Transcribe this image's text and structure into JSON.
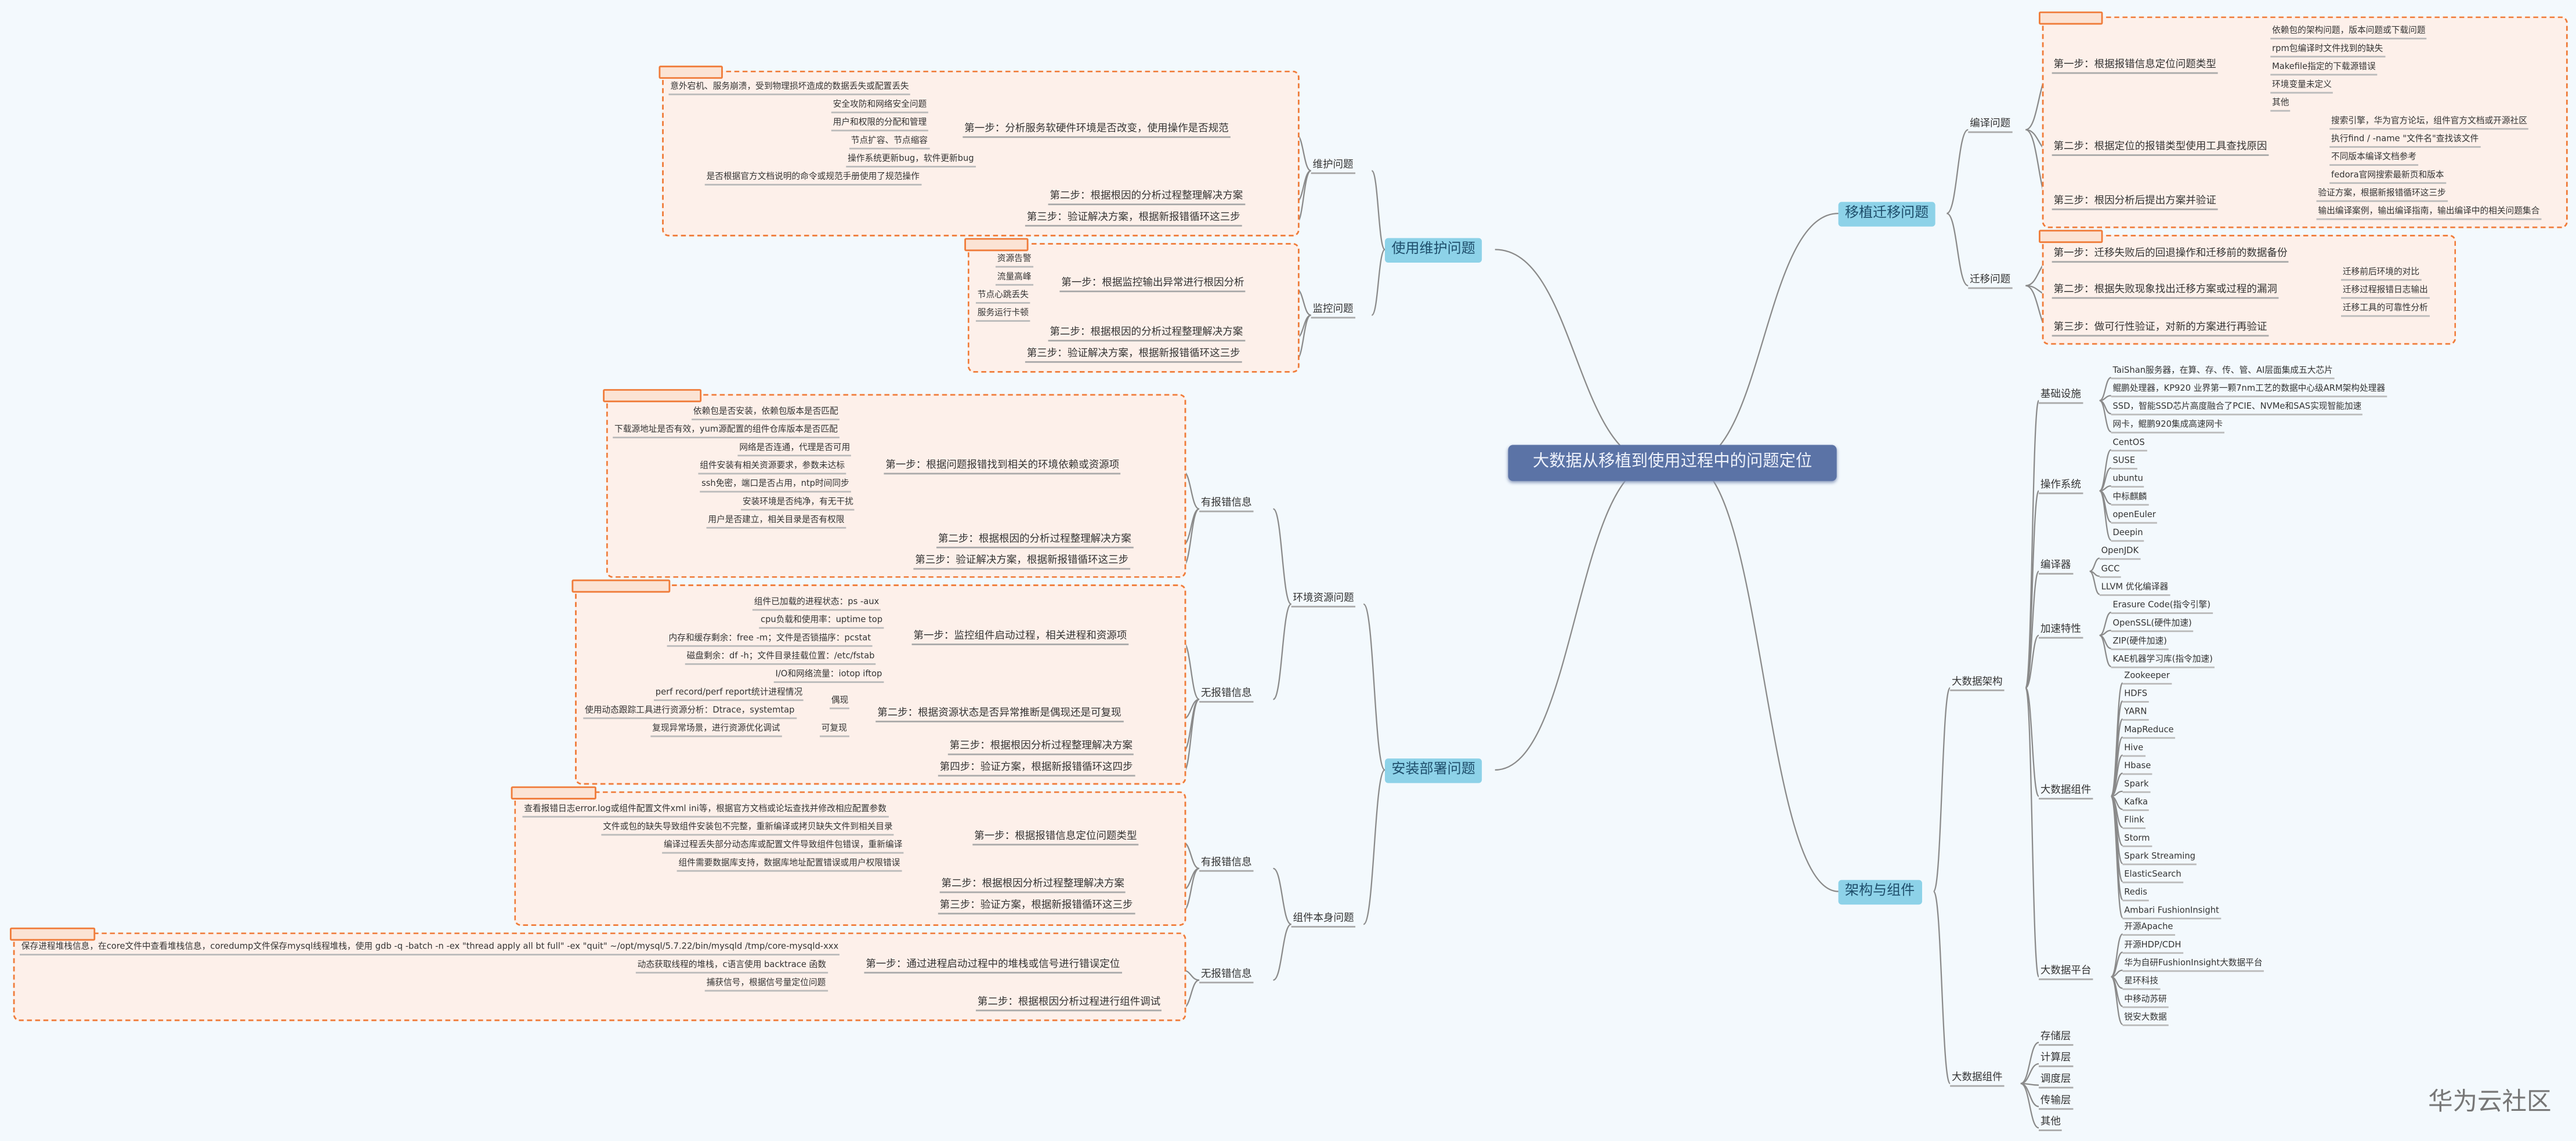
{
  "root": "大数据从移植到使用过程中的问题定位",
  "watermark": "华为云社区",
  "top": {
    "maint": "使用维护问题",
    "deploy": "安装部署问题",
    "migrate": "移植迁移问题",
    "arch": "架构与组件"
  },
  "maint": {
    "weihu": "维护问题",
    "jiankong": "监控问题",
    "w1": "第一步：分析服务软硬件环境是否改变，使用操作是否规范",
    "w1_items": [
      "意外宕机、服务崩溃，受到物理损坏造成的数据丢失或配置丢失",
      "安全攻防和网络安全问题",
      "用户和权限的分配和管理",
      "节点扩容、节点缩容",
      "操作系统更新bug，软件更新bug",
      "是否根据官方文档说明的命令或规范手册使用了规范操作"
    ],
    "w2": "第二步：根据根因的分析过程整理解决方案",
    "w3": "第三步：验证解决方案，根据新报错循环这三步",
    "j1": "第一步：根据监控输出异常进行根因分析",
    "j1_items": [
      "资源告警",
      "流量高峰",
      "节点心跳丢失",
      "服务运行卡顿"
    ],
    "j2": "第二步：根据根因的分析过程整理解决方案",
    "j3": "第三步：验证解决方案，根据新报错循环这三步"
  },
  "deploy": {
    "env": "环境资源问题",
    "comp": "组件本身问题",
    "has_err": "有报错信息",
    "no_err": "无报错信息",
    "has_err2": "有报错信息",
    "no_err2": "无报错信息",
    "e1": "第一步：根据问题报错找到相关的环境依赖或资源项",
    "e1_items": [
      "依赖包是否安装，依赖包版本是否匹配",
      "下载源地址是否有效，yum源配置的组件仓库版本是否匹配",
      "网络是否连通，代理是否可用",
      "组件安装有相关资源要求，参数未达标",
      "ssh免密，端口是否占用，ntp时间同步",
      "安装环境是否纯净，有无干扰",
      "用户是否建立，相关目录是否有权限"
    ],
    "e2": "第二步：根据根因的分析过程整理解决方案",
    "e3": "第三步：验证解决方案，根据新报错循环这三步",
    "n1": "第一步：监控组件启动过程，相关进程和资源项",
    "n1_items": [
      "组件已加载的进程状态：ps -aux",
      "cpu负载和使用率：uptime top",
      "内存和缓存剩余：free -m；文件是否锁描序：pcstat",
      "磁盘剩余：df -h；文件目录挂载位置：/etc/fstab",
      "I/O和网络流量：iotop iftop"
    ],
    "n2": "第二步：根据资源状态是否异常推断是偶现还是可复现",
    "n2_items": [
      "perf record/perf report统计进程情况",
      "使用动态跟踪工具进行资源分析：Dtrace，systemtap",
      "复现异常场景，进行资源优化调试"
    ],
    "occasional": "偶现",
    "repro": "可复现",
    "n3": "第三步：根据根因分析过程整理解决方案",
    "n4": "第四步：验证方案，根据新报错循环这四步",
    "c1": "第一步：根据报错信息定位问题类型",
    "c1_items": [
      "查看报错日志error.log或组件配置文件xml ini等，根据官方文档或论坛查找并修改相应配置参数",
      "文件或包的缺失导致组件安装包不完整，重新编译或拷贝缺失文件到相关目录",
      "编译过程丢失部分动态库或配置文件导致组件包错误，重新编译",
      "组件需要数据库支持，数据库地址配置错误或用户权限错误"
    ],
    "c2": "第二步：根据根因分析过程整理解决方案",
    "c3": "第三步：验证方案，根据新报错循环这三步",
    "d1": "第一步：通过进程启动过程中的堆栈或信号进行错误定位",
    "d1_items": [
      "保存进程堆栈信息，在core文件中查看堆栈信息，coredump文件保存mysql线程堆栈，使用 gdb -q -batch -n -ex \"thread apply all bt full\" -ex \"quit\" ~/opt/mysql/5.7.22/bin/mysqld /tmp/core-mysqld-xxx",
      "动态获取线程的堆栈，c语言使用 backtrace 函数",
      "捕获信号，根据信号量定位问题"
    ],
    "d2": "第二步：根据根因分析过程进行组件调试"
  },
  "migrate": {
    "compile": "编译问题",
    "move": "迁移问题",
    "m1": "第一步：根据报错信息定位问题类型",
    "m1_items": [
      "依赖包的架构问题，版本问题或下载问题",
      "rpm包编译时文件找到的缺失",
      "Makefile指定的下载源错误",
      "环境变量未定义",
      "其他"
    ],
    "m2": "第二步：根据定位的报错类型使用工具查找原因",
    "m2_items": [
      "搜索引擎，华为官方论坛，组件官方文档或开源社区",
      "执行find / -name \"文件名\"查找该文件",
      "不同版本编译文档参考",
      "fedora官网搜索最新页和版本"
    ],
    "m3": "第三步：根因分析后提出方案并验证",
    "m3_items": [
      "验证方案，根据新报错循环这三步",
      "输出编译案例，输出编译指南，输出编译中的相关问题集合"
    ],
    "v1": "第一步：迁移失败后的回退操作和迁移前的数据备份",
    "v2": "第二步：根据失败现象找出迁移方案或过程的漏洞",
    "v2_items": [
      "迁移前后环境的对比",
      "迁移过程报错日志输出",
      "迁移工具的可靠性分析"
    ],
    "v3": "第三步：做可行性验证，对新的方案进行再验证"
  },
  "arch": {
    "infra": "基础设施",
    "infra_items": [
      "TaiShan服务器，在算、存、传、管、AI层面集成五大芯片",
      "鲲鹏处理器，KP920 业界第一颗7nm工艺的数据中心级ARM架构处理器",
      "SSD，智能SSD芯片高度融合了PCIE、NVMe和SAS实现智能加速",
      "网卡，鲲鹏920集成高速网卡"
    ],
    "os": "操作系统",
    "os_items": [
      "CentOS",
      "SUSE",
      "ubuntu",
      "中标麒麟",
      "openEuler",
      "Deepin"
    ],
    "compiler": "编译器",
    "compiler_items": [
      "OpenJDK",
      "GCC",
      "LLVM 优化编译器"
    ],
    "accel": "加速特性",
    "accel_items": [
      "Erasure Code(指令引擎)",
      "OpenSSL(硬件加速)",
      "ZIP(硬件加速)",
      "KAE机器学习库(指令加速)"
    ],
    "bigarch": "大数据架构",
    "bigcomp": "大数据组件",
    "bigcomp_items": [
      "Zookeeper",
      "HDFS",
      "YARN",
      "MapReduce",
      "Hive",
      "Hbase",
      "Spark",
      "Kafka",
      "Flink",
      "Storm",
      "Spark Streaming",
      "ElasticSearch",
      "Redis",
      "Ambari FushionInsight"
    ],
    "platform": "大数据平台",
    "platform_items": [
      "开源Apache",
      "开源HDP/CDH",
      "华为自研FushionInsight大数据平台",
      "星环科技",
      "中移动苏研",
      "锐安大数据"
    ],
    "layers": "大数据组件",
    "layers_items": [
      "存储层",
      "计算层",
      "调度层",
      "传输层",
      "其他"
    ]
  }
}
